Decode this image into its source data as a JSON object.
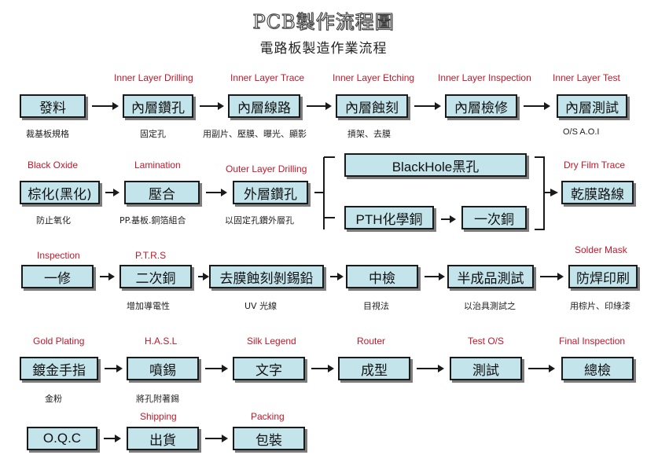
{
  "header": {
    "title": "PCB製作流程圖",
    "subtitle": "電路板製造作業流程"
  },
  "row1": {
    "s1": {
      "box": "發料",
      "note": "裁基板規格"
    },
    "s2": {
      "label": "Inner Layer Drilling",
      "box": "內層鑽孔",
      "note": "固定孔"
    },
    "s3": {
      "label": "Inner Layer Trace",
      "box": "內層線路",
      "note": "用副片、壓膜、曝光、顯影"
    },
    "s4": {
      "label": "Inner Layer Etching",
      "box": "內層蝕刻",
      "note": "摃架、去膜"
    },
    "s5": {
      "label": "Inner Layer Inspection",
      "box": "內層檢修"
    },
    "s6": {
      "label": "Inner Layer Test",
      "box": "內層測試",
      "note": "O/S A.O.I"
    }
  },
  "row2": {
    "s1": {
      "label": "Black Oxide",
      "box": "棕化(黑化)",
      "note": "防止氧化"
    },
    "s2": {
      "label": "Lamination",
      "box": "壓合",
      "note": "PP.基板.銅箔組合"
    },
    "s3": {
      "label": "Outer Layer Drilling",
      "box": "外層鑽孔",
      "note": "以固定孔鑽外層孔"
    },
    "blackhole": {
      "box": "BlackHole黑孔"
    },
    "pth": {
      "box": "PTH化學銅"
    },
    "copper1": {
      "box": "一次銅"
    },
    "s4": {
      "label": "Dry Film Trace",
      "box": "乾膜路線"
    }
  },
  "row3": {
    "s1": {
      "label": "Inspection",
      "box": "一修"
    },
    "s2": {
      "label": "P.T.R.S",
      "box": "二次銅",
      "note": "增加導電性"
    },
    "s3": {
      "box": "去膜蝕刻剝錫鉛",
      "note": "UV 光線"
    },
    "s4": {
      "box": "中檢",
      "note": "目視法"
    },
    "s5": {
      "box": "半成品測試",
      "note": "以治具測試之"
    },
    "s6": {
      "label": "Solder Mask",
      "box": "防焊印刷",
      "note": "用棕片、印綠漆"
    }
  },
  "row4": {
    "s1": {
      "label": "Gold Plating",
      "box": "鍍金手指",
      "note": "金粉"
    },
    "s2": {
      "label": "H.A.S.L",
      "box": "噴錫",
      "note": "將孔附著錫"
    },
    "s3": {
      "label": "Silk Legend",
      "box": "文字"
    },
    "s4": {
      "label": "Router",
      "box": "成型"
    },
    "s5": {
      "label": "Test O/S",
      "box": "測試"
    },
    "s6": {
      "label": "Final Inspection",
      "box": "總檢"
    }
  },
  "row5": {
    "s1": {
      "box": "O.Q.C"
    },
    "s2": {
      "label": "Shipping",
      "box": "出貨"
    },
    "s3": {
      "label": "Packing",
      "box": "包裝"
    }
  }
}
